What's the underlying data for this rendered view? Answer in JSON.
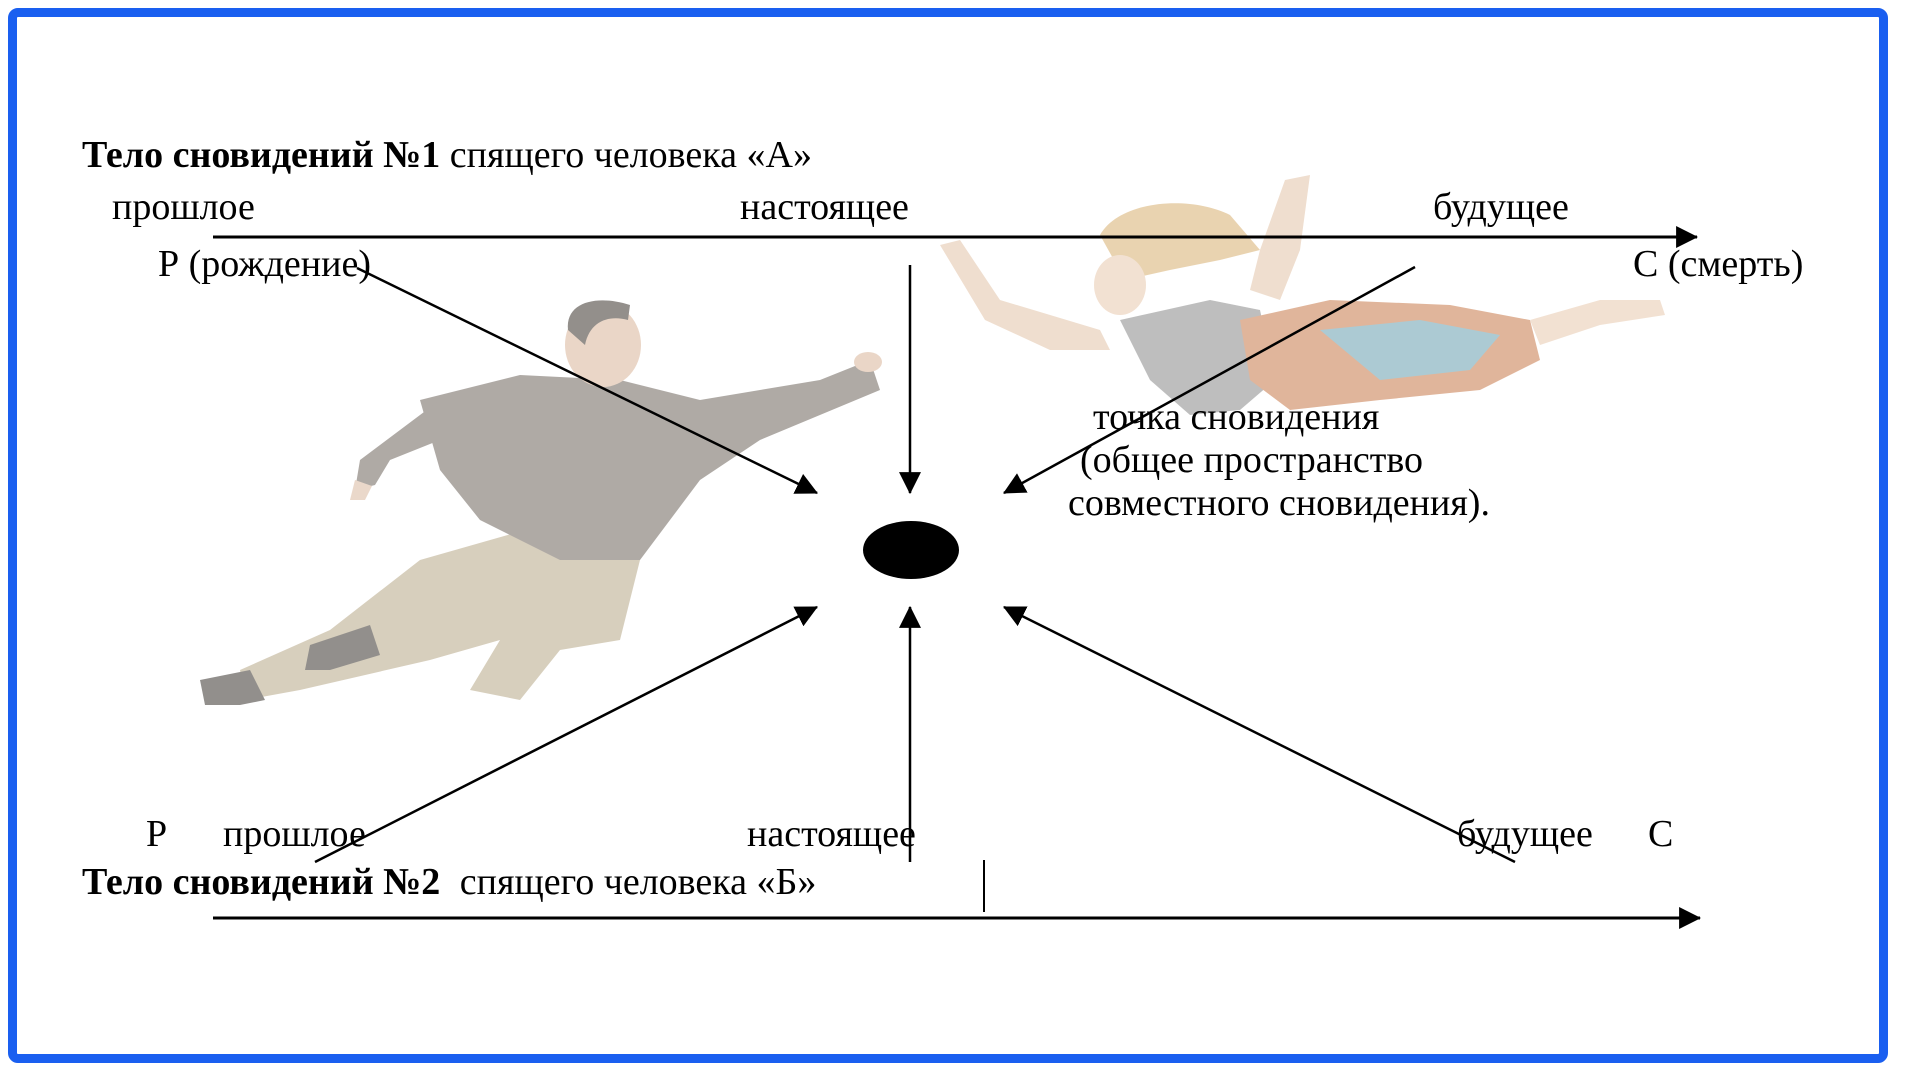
{
  "diagram": {
    "top_body": {
      "title_bold": "Тело сновидений №1",
      "title_rest": "спящего человека «А»",
      "past": "прошлое",
      "present": "настоящее",
      "future": "будущее",
      "start": "Р (рождение)",
      "end": "С (смерть)"
    },
    "bottom_body": {
      "start": "Р",
      "past": "прошлое",
      "present": "настоящее",
      "future": "будущее",
      "end": "С",
      "title_bold": "Тело сновидений №2",
      "title_rest": "спящего человека «Б»"
    },
    "dream_point": {
      "line1": "точка сновидения",
      "line2": "(общее пространство",
      "line3": "совместного сновидения)."
    },
    "figures": [
      {
        "name": "flying-man",
        "description": "man in dark sweater and beige trousers flying"
      },
      {
        "name": "flying-woman",
        "description": "blonde woman in grey top and patterned skirt flying"
      }
    ],
    "colors": {
      "frame": "#1a5ff0",
      "ink": "#000000",
      "background": "#ffffff"
    }
  }
}
